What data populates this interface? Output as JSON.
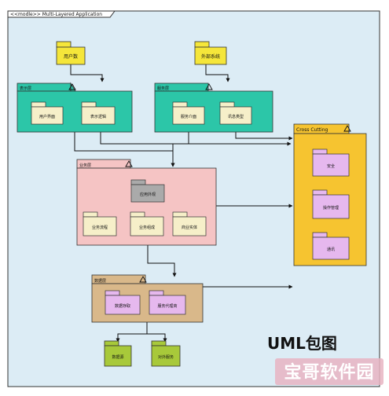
{
  "frame_title": "<<modle>> Multi-Layered Application",
  "packages": {
    "user": "用户数",
    "external": "外部系统",
    "presentation": {
      "title": "表示层",
      "children": [
        "用户界面",
        "表示逻辑"
      ]
    },
    "service": {
      "title": "服务层",
      "children": [
        "服务介面",
        "讯息类型"
      ]
    },
    "business": {
      "title": "业务层",
      "facade": "应用外观",
      "children": [
        "业务流程",
        "业务组成",
        "商业实体"
      ]
    },
    "data": {
      "title": "数据层",
      "children": [
        "数据存取",
        "服务代理商"
      ]
    },
    "bottom": [
      "数据源",
      "对外服务"
    ],
    "cross": {
      "title": "Cross Cutting",
      "children": [
        "安全",
        "操作管理",
        "通讯"
      ]
    }
  },
  "diagram_label": "UML包图",
  "watermark": "宝哥软件园",
  "colors": {
    "background": "#dcecf5",
    "yellow": "#f5e63a",
    "teal": "#2cc6a8",
    "cream": "#f6efc9",
    "pink": "#f5c4c4",
    "gray": "#aaaaaa",
    "tan": "#d9b88a",
    "orange": "#f6c430",
    "lavender": "#e6b8ee",
    "green": "#a8c93a"
  }
}
